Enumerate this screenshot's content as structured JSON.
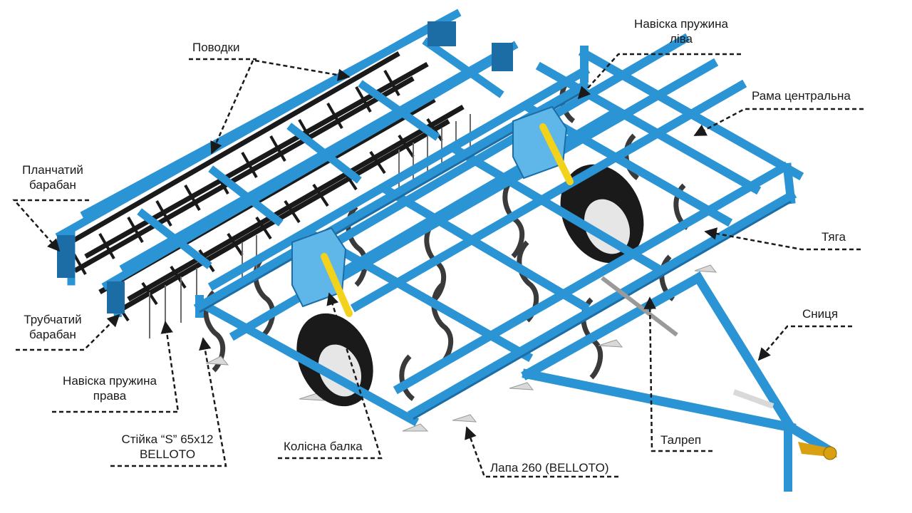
{
  "colors": {
    "frame": "#2b94d4",
    "frame_dark": "#1c6da6",
    "frame_light": "#5fb6e8",
    "black_parts": "#1a1a1a",
    "hydraulic": "#f2d21a",
    "tine": "#3a3a3a",
    "leader": "#1a1a1a"
  },
  "labels": {
    "povodky": "Поводки",
    "naviska_liva_1": "Навіска пружина",
    "naviska_liva_2": "ліва",
    "rama": "Рама центральна",
    "planchatyi_1": "Планчатий",
    "planchatyi_2": "барабан",
    "tyaha": "Тяга",
    "trubchatyi_1": "Трубчатий",
    "trubchatyi_2": "барабан",
    "snytsia": "Сниця",
    "naviska_prava_1": "Навіска пружина",
    "naviska_prava_2": "права",
    "stiika_1": "Стійка “S” 65х12",
    "stiika_2": "BELLOTO",
    "kolisna": "Колісна балка",
    "talrep": "Талреп",
    "lapa": "Лапа 260 (BELLOTO)"
  }
}
